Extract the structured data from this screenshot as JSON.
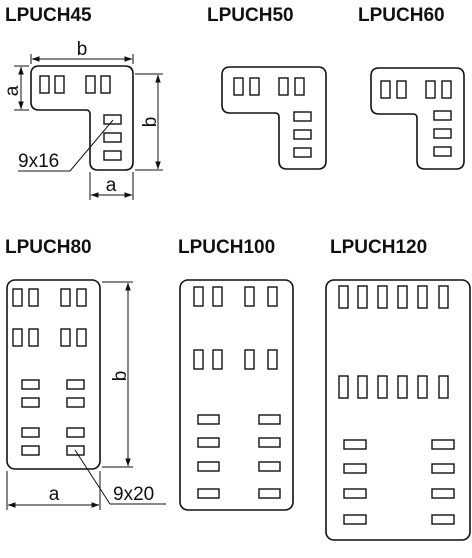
{
  "products": [
    {
      "id": "lpuch45",
      "title": "LPUCH45"
    },
    {
      "id": "lpuch50",
      "title": "LPUCH50"
    },
    {
      "id": "lpuch60",
      "title": "LPUCH60"
    },
    {
      "id": "lpuch80",
      "title": "LPUCH80"
    },
    {
      "id": "lpuch100",
      "title": "LPUCH100"
    },
    {
      "id": "lpuch120",
      "title": "LPUCH120"
    }
  ],
  "dimensions": {
    "a": "a",
    "b": "b",
    "slot_small": "9x16",
    "slot_large": "9x20"
  },
  "colors": {
    "line": "#111111",
    "background": "#ffffff"
  }
}
